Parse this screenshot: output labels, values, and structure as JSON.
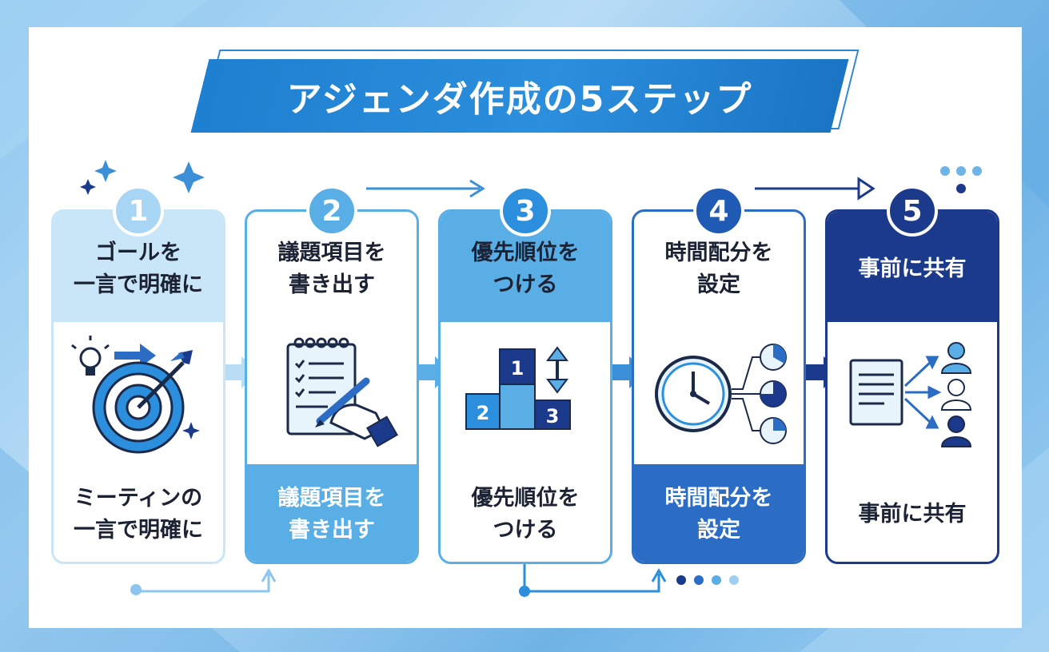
{
  "title": "アジェンダ作成の5ステップ",
  "colors": {
    "accent": "#2b8fdd",
    "navy": "#1c3a8c",
    "light": "#c9e6f8",
    "mid": "#5aaee6"
  },
  "steps": [
    {
      "number": "1",
      "heading": "ゴールを\n一言で明確に",
      "caption": "ミーティンの\n一言で明確に",
      "icon": "target-icon"
    },
    {
      "number": "2",
      "heading": "議題項目を\n書き出す",
      "caption": "議題項目を\n書き出す",
      "icon": "notepad-icon"
    },
    {
      "number": "3",
      "heading": "優先順位を\nつける",
      "caption": "優先順位を\nつける",
      "icon": "podium-icon"
    },
    {
      "number": "4",
      "heading": "時間配分を\n設定",
      "caption": "時間配分を\n設定",
      "icon": "clock-icon"
    },
    {
      "number": "5",
      "heading": "事前に共有",
      "caption": "事前に共有",
      "icon": "share-icon"
    }
  ],
  "podium": {
    "first": "1",
    "second": "2",
    "third": "3"
  }
}
